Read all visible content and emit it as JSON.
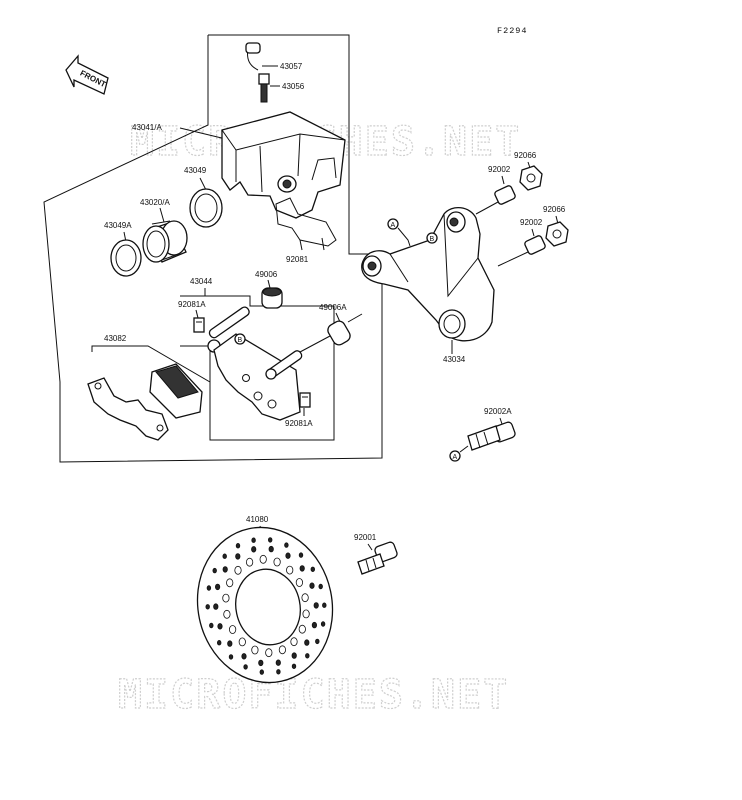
{
  "figure_code": "F2294",
  "front_label": "FRONT",
  "watermark": "MICROFICHES.NET",
  "parts": {
    "p43057": "43057",
    "p43056": "43056",
    "p43041A": "43041/A",
    "p43049": "43049",
    "p43020A": "43020/A",
    "p43049A": "43049A",
    "p92081": "92081",
    "p43044": "43044",
    "p49006": "49006",
    "p92081A_top": "92081A",
    "p49006A": "49006A",
    "p43082": "43082",
    "p92081A_bottom": "92081A",
    "p92066_top": "92066",
    "p92002_top": "92002",
    "p92066_bottom": "92066",
    "p92002_bottom": "92002",
    "p43034": "43034",
    "p92002A": "92002A",
    "p41080": "41080",
    "p92001": "92001"
  },
  "markers": {
    "a_top": "A",
    "b_bracket": "B",
    "b_holder": "B",
    "a_bolt": "A"
  }
}
